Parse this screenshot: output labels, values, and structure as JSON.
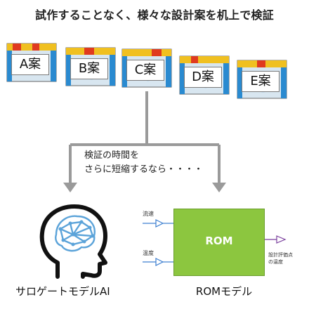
{
  "title": "試作することなく、様々な設計案を机上で検証",
  "cases": [
    {
      "label": "A案"
    },
    {
      "label": "B案"
    },
    {
      "label": "C案"
    },
    {
      "label": "D案"
    },
    {
      "label": "E案"
    }
  ],
  "note": {
    "line1": "検証の時間を",
    "line2": "さらに短縮するなら・・・・"
  },
  "surrogate": {
    "label": "サロゲートモデルAI",
    "icon": "head-brain-network-icon"
  },
  "rom": {
    "box_label": "ROM",
    "input1": "流速",
    "input2": "温度",
    "output_line1": "設計評価点",
    "output_line2": "の温度",
    "label": "ROMモデル"
  },
  "colors": {
    "arrow": "#9a9a9a",
    "rom_box": "#8cc63f",
    "brain": "#5ba3d9",
    "input_arrow": "#3d7fd0",
    "output_arrow": "#7a3f9d"
  }
}
